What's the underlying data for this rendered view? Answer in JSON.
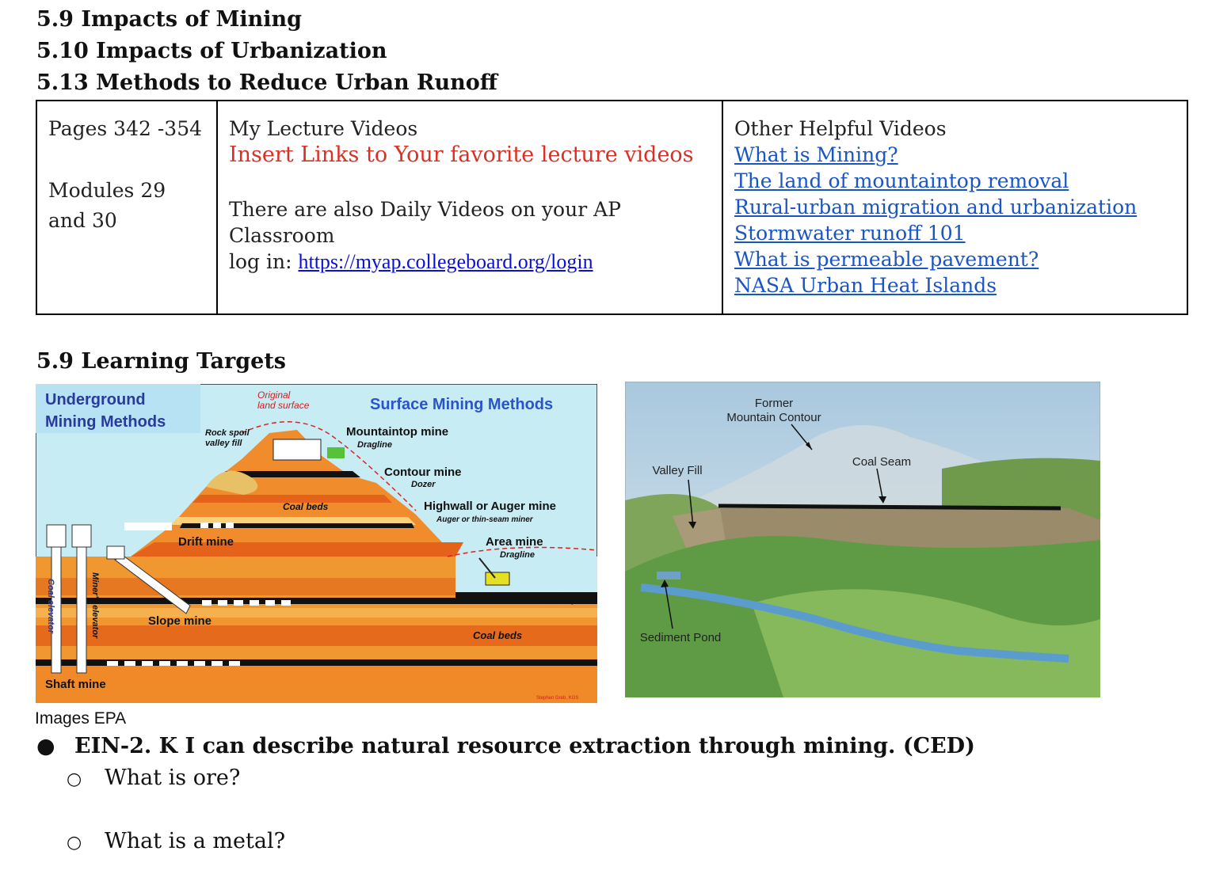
{
  "headings": {
    "h1": "5.9 Impacts of Mining",
    "h2": "5.10 Impacts of Urbanization",
    "h3": "5.13 Methods to Reduce Urban Runoff"
  },
  "resource_table": {
    "col1": {
      "pages": "Pages 342 -354",
      "modules": "Modules 29 and 30"
    },
    "col2": {
      "title": "My Lecture Videos",
      "insert_note": "Insert Links to Your favorite lecture videos",
      "daily_line1": "There are also Daily Videos on your AP Classroom",
      "daily_line2": "log in: ",
      "login_link": "https://myap.collegeboard.org/login"
    },
    "col3": {
      "title": "Other Helpful Videos",
      "links": [
        "What is Mining?",
        "The land of mountaintop removal",
        "Rural-urban migration and urbanization",
        "Stormwater runoff 101",
        "What is permeable pavement?",
        "NASA Urban Heat Islands"
      ]
    }
  },
  "learning_targets_heading": "5.9 Learning Targets",
  "diagram_left": {
    "title_underground": "Underground",
    "title_mining_methods": "Mining  Methods",
    "surface_title": "Surface Mining  Methods",
    "original_surface_1": "Original",
    "original_surface_2": "land surface",
    "rock_spoil_1": "Rock spoil",
    "rock_spoil_2": "valley fill",
    "mountaintop": "Mountaintop mine",
    "dragline": "Dragline",
    "contour": "Contour mine",
    "dozer": "Dozer",
    "coal_beds_top": "Coal beds",
    "highwall": "Highwall or Auger mine",
    "auger": "Auger  or  thin-seam  miner",
    "drift": "Drift mine",
    "area": "Area mine",
    "dragline2": "Dragline",
    "rock_spoil_right": "Rock spoil",
    "slope": "Slope mine",
    "coal_beds_bottom": "Coal  beds",
    "shaft": "Shaft mine",
    "coal_elevator": "Coal elevator",
    "miners_elevator": "Miner's  elevator",
    "credit": "Stephen Greb, KGS"
  },
  "diagram_right": {
    "former_1": "Former",
    "former_2": "Mountain Contour",
    "coal_seam": "Coal Seam",
    "valley_fill": "Valley Fill",
    "sediment_pond": "Sediment Pond"
  },
  "image_caption": "Images EPA",
  "bullet": {
    "symbol": "●",
    "text": "EIN-2. K I can describe natural resource extraction through mining. (CED)"
  },
  "sub_items": [
    {
      "symbol": "○",
      "text": "What is ore?"
    },
    {
      "symbol": "○",
      "text": "What is a metal?"
    }
  ]
}
